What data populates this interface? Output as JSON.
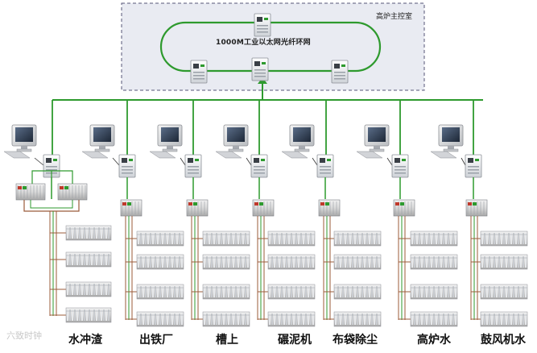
{
  "control_room": {
    "title": "高炉主控室",
    "ring_label": "1000M工业以太网光纤环网"
  },
  "stations": [
    {
      "id": "water-slag",
      "label": "水冲渣"
    },
    {
      "id": "tapping-house",
      "label": "出铁厂"
    },
    {
      "id": "bin-top",
      "label": "槽上"
    },
    {
      "id": "mud-mill",
      "label": "碾泥机"
    },
    {
      "id": "bag-dust",
      "label": "布袋除尘"
    },
    {
      "id": "furnace-water",
      "label": "高炉水"
    },
    {
      "id": "blower-water",
      "label": "鼓风机水"
    }
  ],
  "watermark": "六致时钟",
  "colors": {
    "network": "#2e9a2e",
    "field_bus": "#9b5b3a",
    "box_border": "#555577",
    "box_fill": "#e9ebf2"
  }
}
